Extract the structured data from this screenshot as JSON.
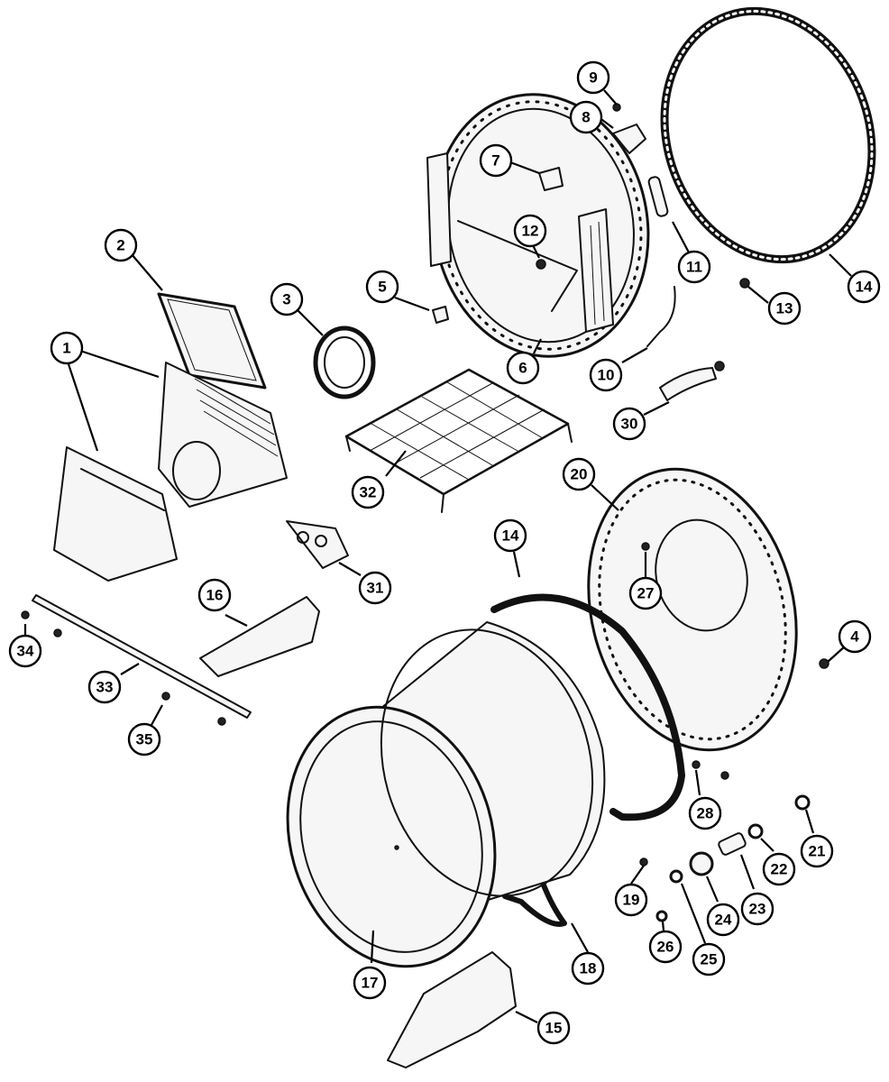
{
  "callouts": [
    {
      "id": "c1",
      "label": "1"
    },
    {
      "id": "c2",
      "label": "2"
    },
    {
      "id": "c3",
      "label": "3"
    },
    {
      "id": "c4",
      "label": "4"
    },
    {
      "id": "c5",
      "label": "5"
    },
    {
      "id": "c6",
      "label": "6"
    },
    {
      "id": "c7",
      "label": "7"
    },
    {
      "id": "c8",
      "label": "8"
    },
    {
      "id": "c9",
      "label": "9"
    },
    {
      "id": "c10",
      "label": "10"
    },
    {
      "id": "c11",
      "label": "11"
    },
    {
      "id": "c12",
      "label": "12"
    },
    {
      "id": "c13",
      "label": "13"
    },
    {
      "id": "c14a",
      "label": "14"
    },
    {
      "id": "c14b",
      "label": "14"
    },
    {
      "id": "c15",
      "label": "15"
    },
    {
      "id": "c16",
      "label": "16"
    },
    {
      "id": "c17",
      "label": "17"
    },
    {
      "id": "c18",
      "label": "18"
    },
    {
      "id": "c19",
      "label": "19"
    },
    {
      "id": "c20",
      "label": "20"
    },
    {
      "id": "c21",
      "label": "21"
    },
    {
      "id": "c22",
      "label": "22"
    },
    {
      "id": "c23",
      "label": "23"
    },
    {
      "id": "c24",
      "label": "24"
    },
    {
      "id": "c25",
      "label": "25"
    },
    {
      "id": "c26",
      "label": "26"
    },
    {
      "id": "c27",
      "label": "27"
    },
    {
      "id": "c28",
      "label": "28"
    },
    {
      "id": "c30",
      "label": "30"
    },
    {
      "id": "c31",
      "label": "31"
    },
    {
      "id": "c32",
      "label": "32"
    },
    {
      "id": "c33",
      "label": "33"
    },
    {
      "id": "c34",
      "label": "34"
    },
    {
      "id": "c35",
      "label": "35"
    }
  ]
}
